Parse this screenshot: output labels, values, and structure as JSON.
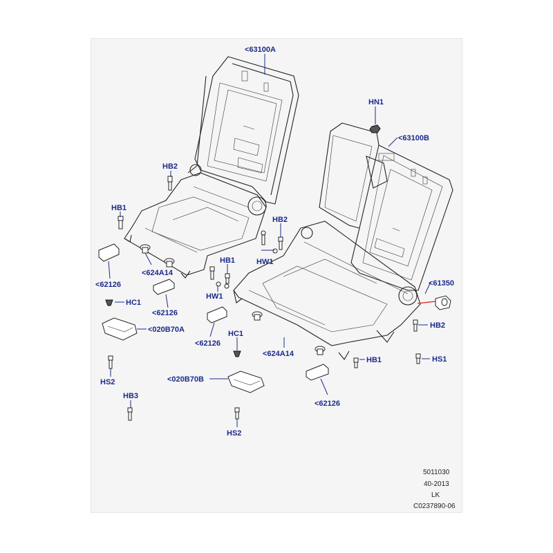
{
  "callouts": {
    "c63100A": "<63100A",
    "hn1": "HN1",
    "c63100B": "<63100B",
    "hb2_a": "HB2",
    "hb1_a": "HB1",
    "hb2_b": "HB2",
    "hw1_a": "HW1",
    "c624A14_a": "<624A14",
    "hb1_b": "HB1",
    "c62126_a": "<62126",
    "hw1_b": "HW1",
    "c62126_b": "<62126",
    "c61350": "<61350",
    "hc1_a": "HC1",
    "c020B70A": "<020B70A",
    "c62126_c": "<62126",
    "hb2_c": "HB2",
    "hc1_b": "HC1",
    "c624A14_b": "<624A14",
    "hb1_c": "HB1",
    "hs1": "HS1",
    "hs2_a": "HS2",
    "c020B70B": "<020B70B",
    "hb3": "HB3",
    "c62126_d": "<62126",
    "hs2_b": "HS2"
  },
  "footer": {
    "line1": "5011030",
    "line2": "40-2013",
    "line3": "LK",
    "line4": "C0237890-06"
  },
  "colors": {
    "callout": "#1a2a8c",
    "highlight": "#d42020",
    "panel": "#f5f5f5"
  }
}
